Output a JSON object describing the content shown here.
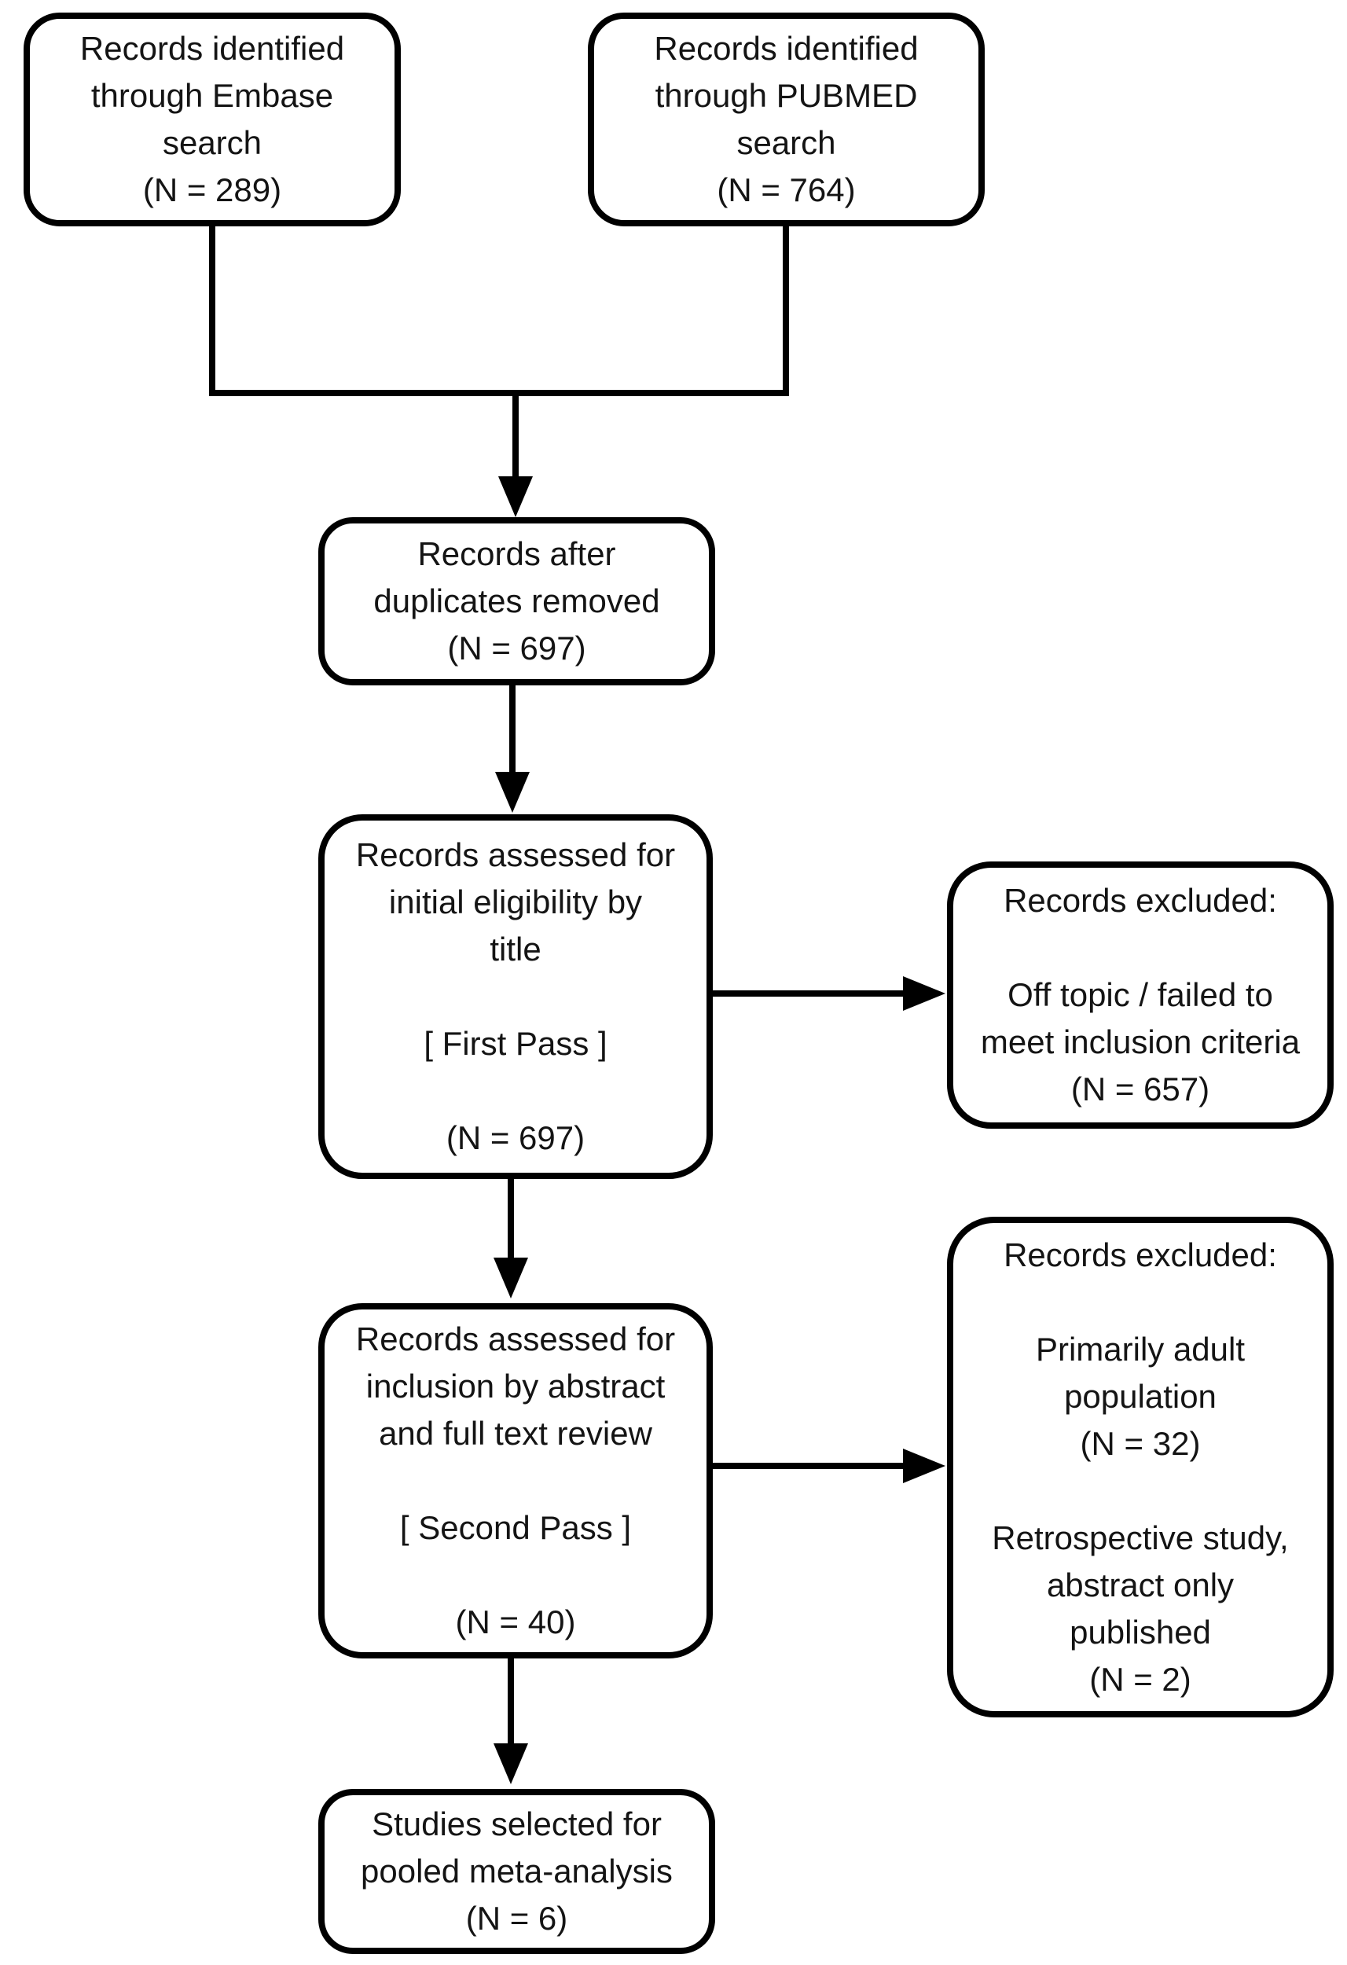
{
  "style": {
    "background_color": "#ffffff",
    "line_color": "#000000",
    "text_color": "#141414"
  },
  "nodes": {
    "embase": {
      "lines": [
        "Records identified",
        "through Embase",
        "search",
        "(N = 289)"
      ]
    },
    "pubmed": {
      "lines": [
        "Records identified",
        "through PUBMED",
        "search",
        "(N = 764)"
      ]
    },
    "duplicates": {
      "lines": [
        "Records after",
        "duplicates removed",
        "(N = 697)"
      ]
    },
    "first_pass": {
      "lines": [
        "Records assessed for",
        "initial eligibility by",
        "title",
        "",
        "[ First Pass ]",
        "",
        "(N = 697)"
      ]
    },
    "excluded_first": {
      "lines": [
        "Records excluded:",
        "",
        "Off topic / failed to",
        "meet inclusion criteria",
        "(N = 657)"
      ]
    },
    "second_pass": {
      "lines": [
        "Records assessed for",
        "inclusion by abstract",
        "and full text review",
        "",
        "[ Second Pass ]",
        "",
        "(N = 40)"
      ]
    },
    "excluded_second": {
      "lines": [
        "Records excluded:",
        "",
        "Primarily adult",
        "population",
        "(N = 32)",
        "",
        "Retrospective study,",
        "abstract only",
        "published",
        "(N = 2)"
      ]
    },
    "selected": {
      "lines": [
        "Studies selected for",
        "pooled meta-analysis",
        "(N = 6)"
      ]
    }
  },
  "edges": [
    {
      "from": "embase",
      "to": "duplicates"
    },
    {
      "from": "pubmed",
      "to": "duplicates"
    },
    {
      "from": "duplicates",
      "to": "first_pass"
    },
    {
      "from": "first_pass",
      "to": "excluded_first"
    },
    {
      "from": "first_pass",
      "to": "second_pass"
    },
    {
      "from": "second_pass",
      "to": "excluded_second"
    },
    {
      "from": "second_pass",
      "to": "selected"
    }
  ]
}
